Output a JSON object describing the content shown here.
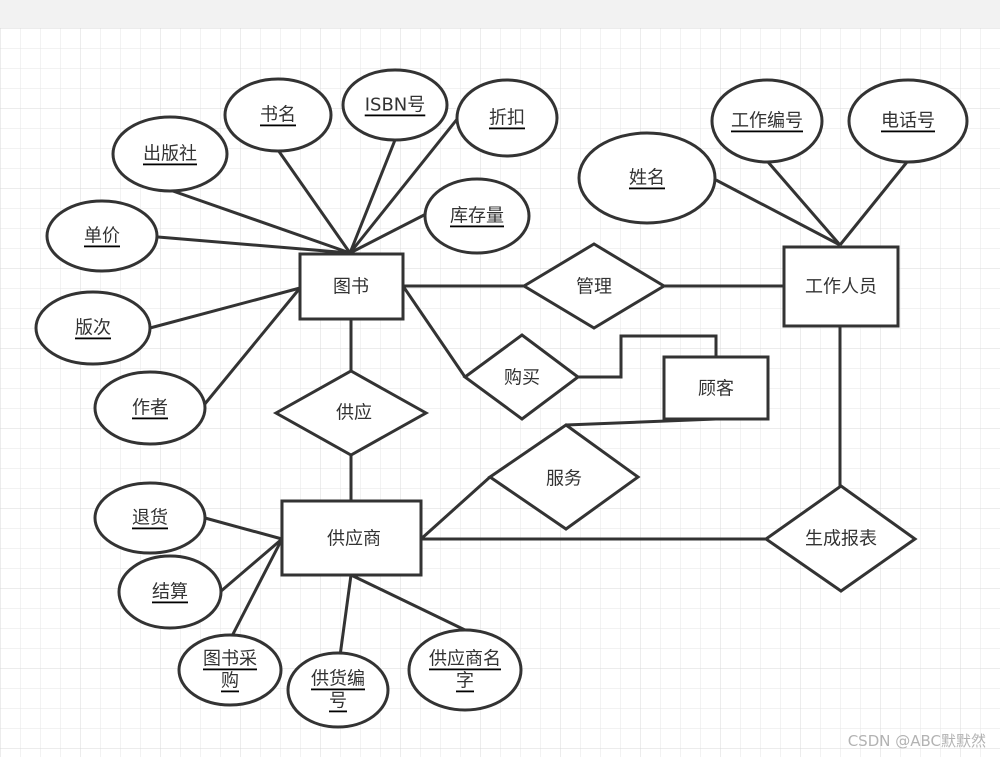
{
  "watermark": "CSDN @ABC默默然",
  "entities": {
    "book": "图书",
    "staff": "工作人员",
    "customer": "顾客",
    "supplier": "供应商"
  },
  "relationships": {
    "manage": "管理",
    "buy": "购买",
    "supply": "供应",
    "service": "服务",
    "report": "生成报表"
  },
  "attributes": {
    "publisher": [
      "出版社"
    ],
    "title": [
      "书名"
    ],
    "isbn": [
      "ISBN号"
    ],
    "discount": [
      "折扣"
    ],
    "stock": [
      "库存量"
    ],
    "price": [
      "单价"
    ],
    "edition": [
      "版次"
    ],
    "author": [
      "作者"
    ],
    "staff_name": [
      "姓名"
    ],
    "staff_id": [
      "工作编号"
    ],
    "phone": [
      "电话号"
    ],
    "return": [
      "退货"
    ],
    "settle": [
      "结算"
    ],
    "purchase": [
      "图书采",
      "购"
    ],
    "supply_no": [
      "供货编",
      "号"
    ],
    "supplier_name": [
      "供应商名",
      "字"
    ]
  }
}
